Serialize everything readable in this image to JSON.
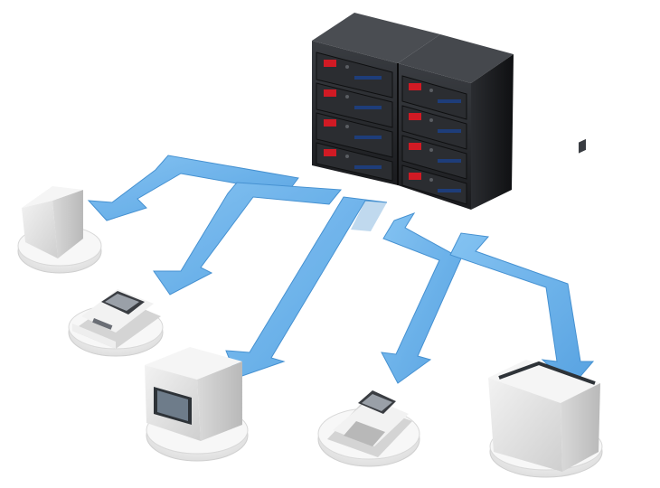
{
  "diagram": {
    "hub": {
      "icon": "server-rack-icon",
      "columns": 2,
      "modules_per_column": 4
    },
    "flow": {
      "direction": "outward",
      "arrow_count": 6,
      "arrow_color": "#5aa8e6"
    },
    "devices": [
      {
        "icon": "monitor-device-icon"
      },
      {
        "icon": "handheld-terminal-icon"
      },
      {
        "icon": "display-cabinet-icon"
      },
      {
        "icon": "handheld-terminal-icon"
      },
      {
        "icon": "monitor-device-icon"
      }
    ],
    "colors": {
      "rack": "#1f2125",
      "module_accent": "#d11a24",
      "device": "#e6e6e6",
      "pedestal": "#efefef"
    }
  }
}
